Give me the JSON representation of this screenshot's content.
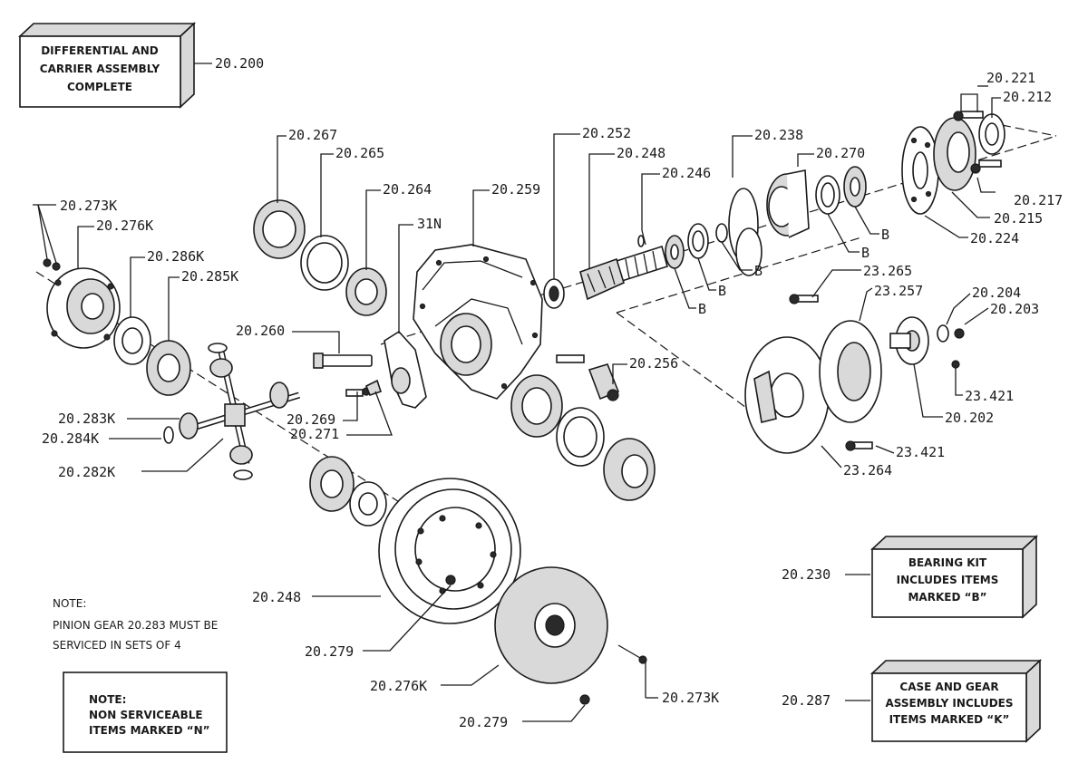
{
  "boxes": {
    "assembly": {
      "lines": [
        "DIFFERENTIAL AND",
        "CARRIER ASSEMBLY",
        "COMPLETE"
      ],
      "part": "20.200"
    },
    "bearing_kit": {
      "lines": [
        "BEARING KIT",
        "INCLUDES ITEMS",
        "MARKED “B”"
      ],
      "part": "20.230"
    },
    "case_gear": {
      "lines": [
        "CASE AND GEAR",
        "ASSEMBLY INCLUDES",
        "ITEMS MARKED “K”"
      ],
      "part": "20.287"
    },
    "non_serviceable": {
      "lines": [
        "NOTE:",
        "NON SERVICEABLE",
        "ITEMS MARKED “N”"
      ]
    }
  },
  "note": {
    "lines": [
      "NOTE:",
      "PINION GEAR 20.283 MUST BE",
      "SERVICED IN SETS OF 4"
    ]
  },
  "labels": {
    "l_20221": "20.221",
    "l_20212": "20.212",
    "l_20217": "20.217",
    "l_20215": "20.215",
    "l_20224": "20.224",
    "l_20238": "20.238",
    "l_20270": "20.270",
    "l_20267": "20.267",
    "l_20265": "20.265",
    "l_20264": "20.264",
    "l_20259": "20.259",
    "l_31n": "31N",
    "l_20252": "20.252",
    "l_20248_top": "20.248",
    "l_20246": "20.246",
    "l_20273k_top": "20.273K",
    "l_20276k_top": "20.276K",
    "l_20286k": "20.286K",
    "l_20285k": "20.285K",
    "l_20260": "20.260",
    "l_20269": "20.269",
    "l_20271": "20.271",
    "l_20256": "20.256",
    "l_23265": "23.265",
    "l_23257": "23.257",
    "l_20204": "20.204",
    "l_20203": "20.203",
    "l_23421_a": "23.421",
    "l_20202": "20.202",
    "l_23421_b": "23.421",
    "l_23264": "23.264",
    "l_20283k": "20.283K",
    "l_20284k": "20.284K",
    "l_20282k": "20.282K",
    "l_20248_bot": "20.248",
    "l_20279_a": "20.279",
    "l_20276k_bot": "20.276K",
    "l_20273k_bot": "20.273K",
    "l_20279_b": "20.279",
    "b1": "B",
    "b2": "B",
    "b3": "B",
    "b4": "B",
    "b5": "B"
  }
}
